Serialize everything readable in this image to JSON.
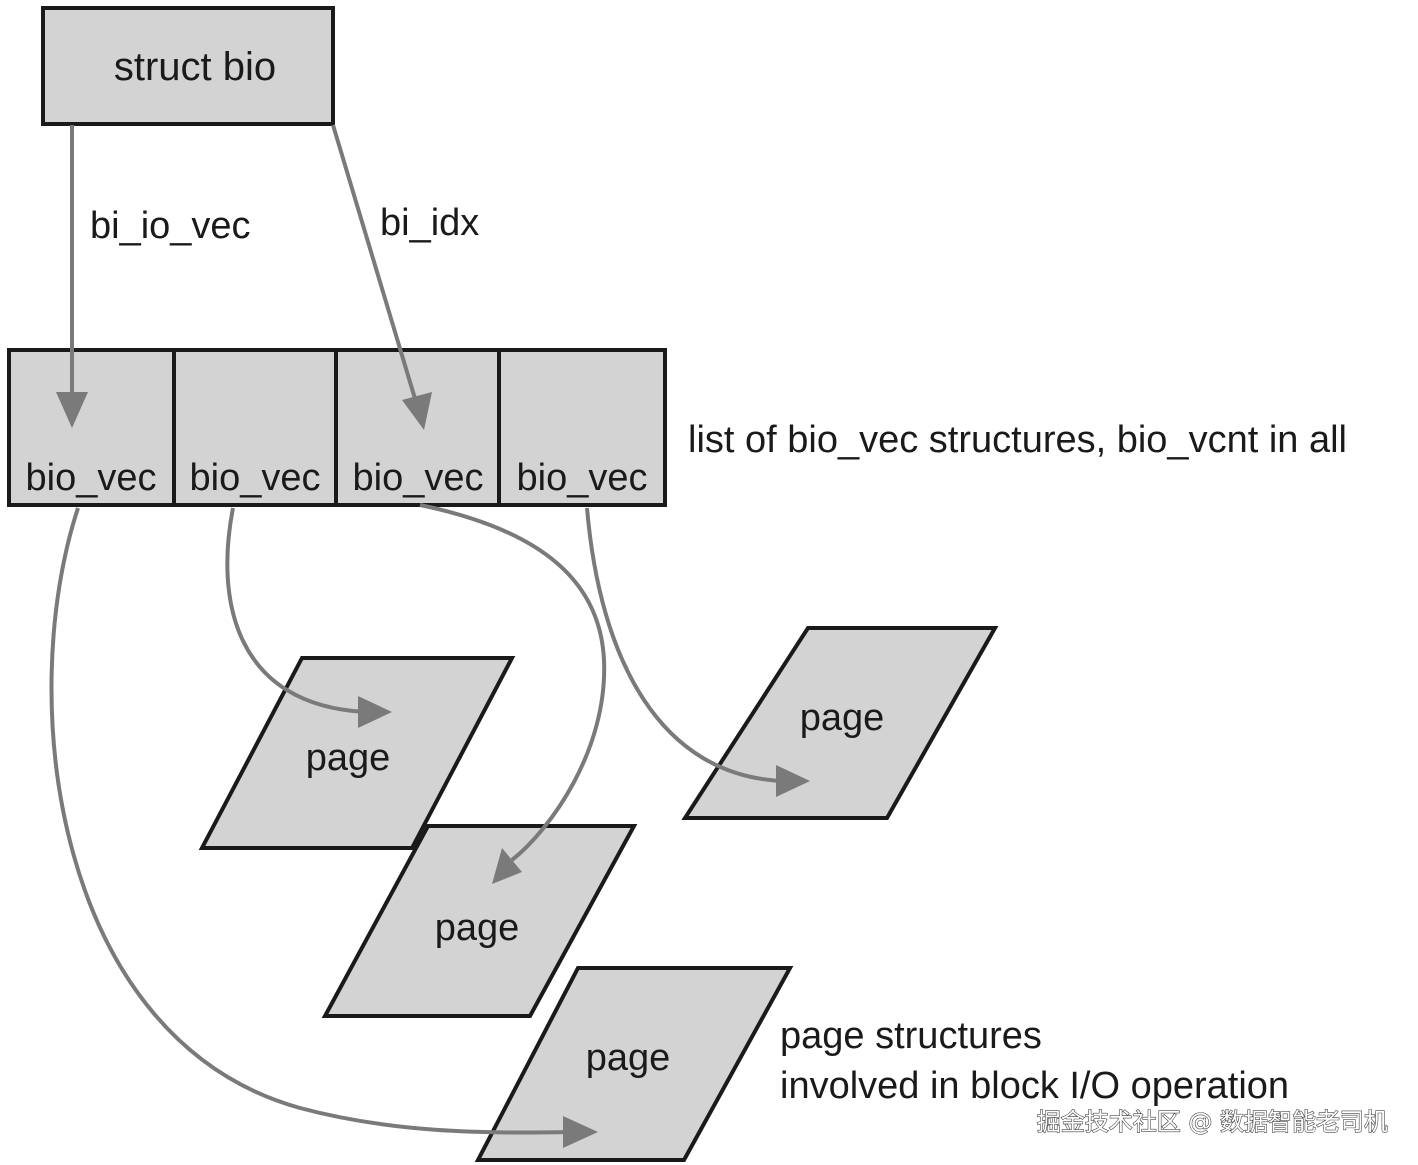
{
  "struct_box": {
    "label": "struct bio"
  },
  "pointers": {
    "io_vec": "bi_io_vec",
    "idx": "bi_idx"
  },
  "bio_vec_list": {
    "cells": [
      "bio_vec",
      "bio_vec",
      "bio_vec",
      "bio_vec"
    ],
    "caption": "list of bio_vec structures, bio_vcnt in all"
  },
  "pages": {
    "labels": [
      "page",
      "page",
      "page",
      "page"
    ],
    "caption_line1": "page structures",
    "caption_line2": "involved in block I/O operation"
  },
  "watermark": "掘金技术社区 @ 数据智能老司机",
  "colors": {
    "box_fill": "#d3d3d3",
    "box_stroke": "#1a1a1a",
    "arrow": "#7a7a7a"
  }
}
